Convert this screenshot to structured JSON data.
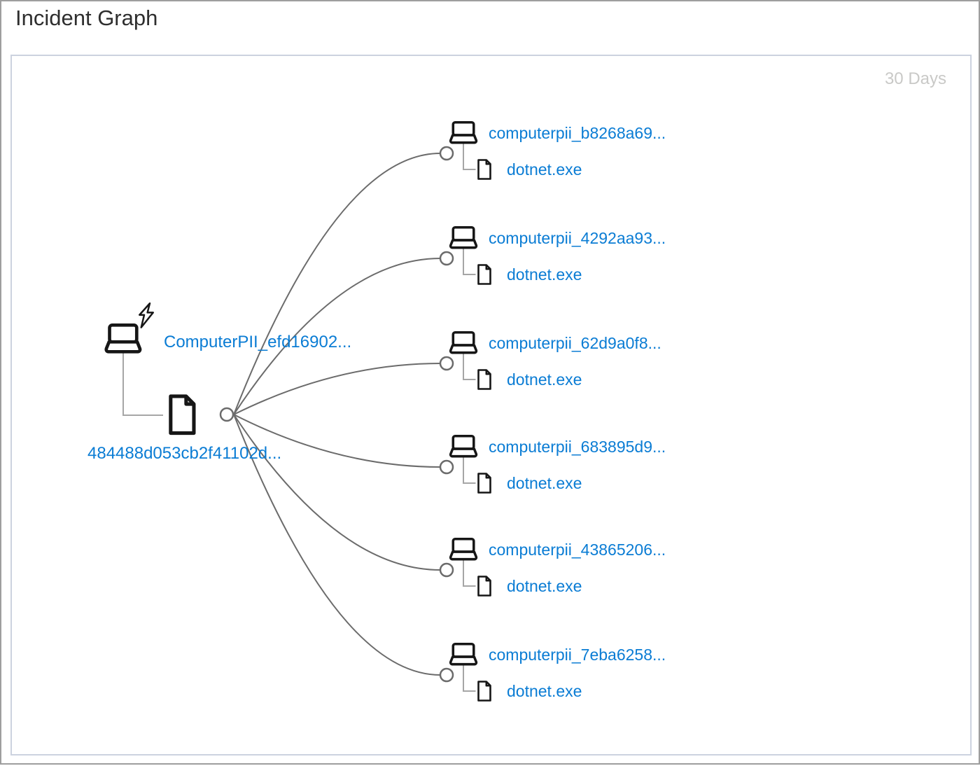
{
  "window": {
    "title": "Incident Graph"
  },
  "panel": {
    "time_range": "30 Days"
  },
  "root": {
    "machine": "ComputerPII_efd16902...",
    "file": "484488d053cb2f41102d..."
  },
  "branches": [
    {
      "machine": "computerpii_b8268a69...",
      "process": "dotnet.exe"
    },
    {
      "machine": "computerpii_4292aa93...",
      "process": "dotnet.exe"
    },
    {
      "machine": "computerpii_62d9a0f8...",
      "process": "dotnet.exe"
    },
    {
      "machine": "computerpii_683895d9...",
      "process": "dotnet.exe"
    },
    {
      "machine": "computerpii_43865206...",
      "process": "dotnet.exe"
    },
    {
      "machine": "computerpii_7eba6258...",
      "process": "dotnet.exe"
    }
  ],
  "icons": {
    "root_machine": "laptop-icon-with-alert-bolt",
    "branch_machine": "laptop-icon",
    "file": "document-icon",
    "junction": "junction-dot"
  },
  "colors": {
    "link": "#0a7cd4",
    "curve": "#6b6b6b",
    "connector": "#a6a6a6",
    "icon": "#161616",
    "title_text": "#2e2e2e",
    "muted_text": "#c9c9c7",
    "panel_border": "#ccd2df",
    "window_border": "#9e9e9e"
  }
}
